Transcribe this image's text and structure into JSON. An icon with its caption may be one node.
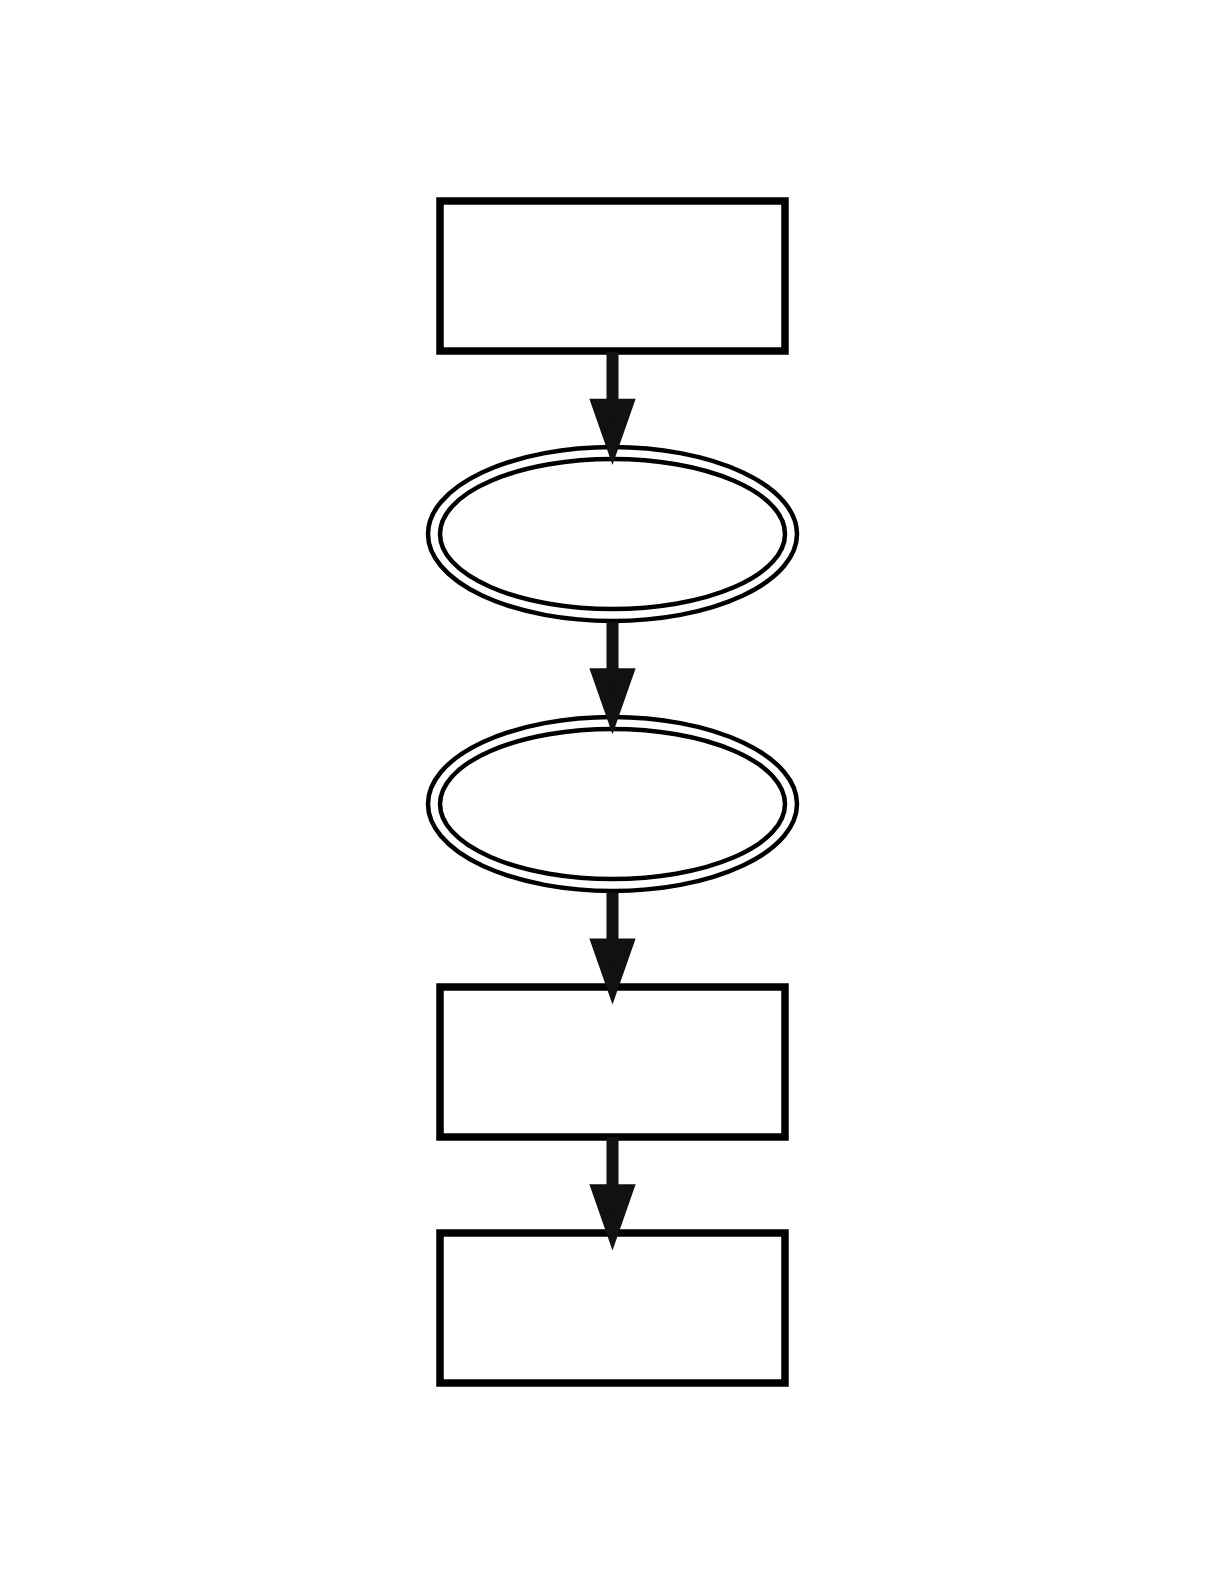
{
  "diagram": {
    "nodes": [
      {
        "text": [],
        "shape": "box"
      },
      {
        "text": [],
        "shape": "display"
      },
      {
        "text": [],
        "shape": "display"
      },
      {
        "text": [],
        "shape": "box"
      },
      {
        "text": [],
        "shape": "box"
      }
    ],
    "edges": [
      {
        "from": 0,
        "to": 1,
        "arrow": "to"
      },
      {
        "from": 1,
        "to": 2,
        "arrow": "to"
      },
      {
        "from": 2,
        "to": 3,
        "arrow": "to"
      },
      {
        "from": 3,
        "to": 4,
        "arrow": "to"
      }
    ]
  }
}
